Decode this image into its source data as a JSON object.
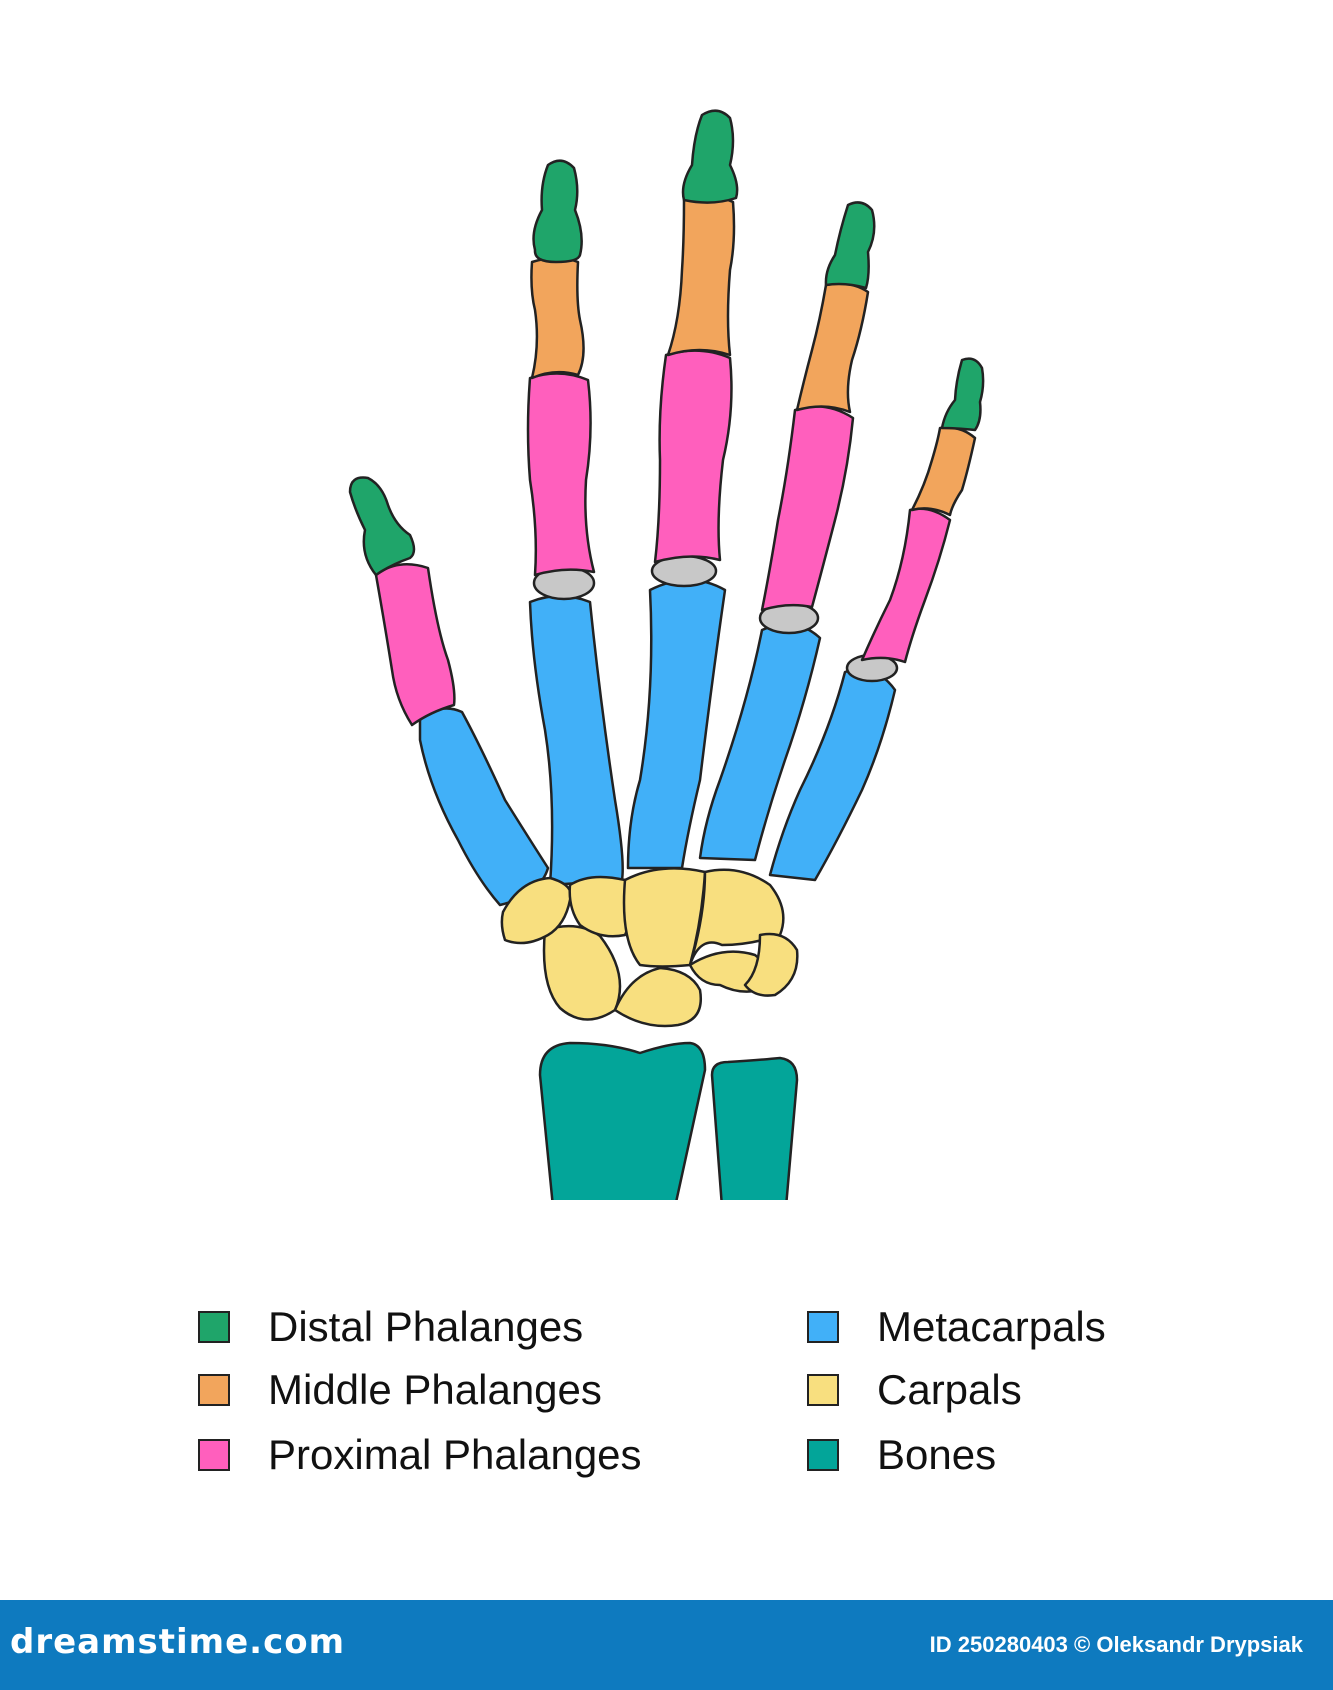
{
  "colors": {
    "distal": "#1fa56a",
    "middle": "#f2a55c",
    "proximal": "#ff5fbd",
    "metacarpal": "#41b0f8",
    "carpal": "#f8df7f",
    "bones": "#03a599",
    "cartilage": "#c8c8c8",
    "outline": "#222222",
    "footer": "#0e7abf"
  },
  "legend": [
    {
      "label": "Distal Phalanges",
      "color": "#1fa56a"
    },
    {
      "label": "Middle Phalanges",
      "color": "#f2a55c"
    },
    {
      "label": "Proximal Phalanges",
      "color": "#ff5fbd"
    },
    {
      "label": "Metacarpals",
      "color": "#41b0f8"
    },
    {
      "label": "Carpals",
      "color": "#f8df7f"
    },
    {
      "label": "Bones",
      "color": "#03a599"
    }
  ],
  "footer": {
    "logo": "dreamstime.com",
    "credit": "ID 250280403 © Oleksandr Drypsiak"
  }
}
